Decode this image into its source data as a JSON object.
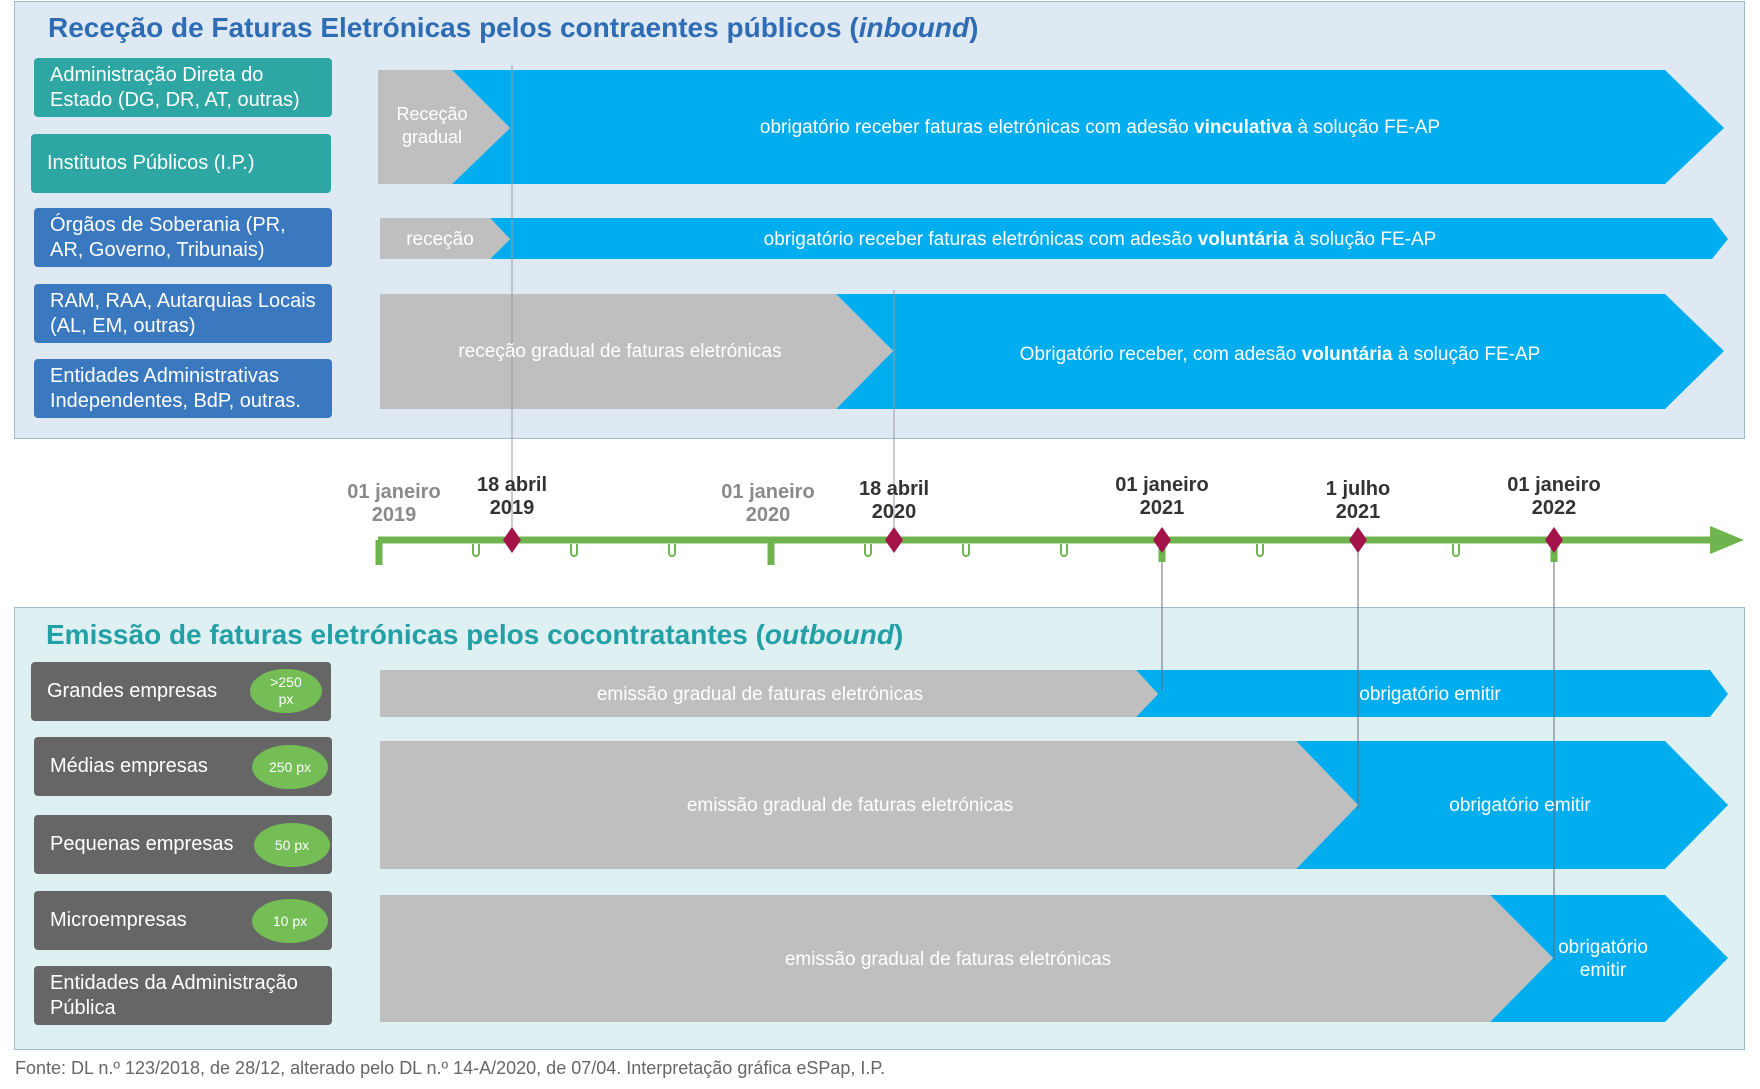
{
  "inbound": {
    "title_main": "Receção de Faturas Eletrónicas pelos contraentes públicos (",
    "title_em": "inbound",
    "title_end": ")",
    "labels": [
      "Administração Direta do Estado (DG, DR, AT, outras)",
      "Institutos Públicos (I.P.)",
      "Órgãos de Soberania (PR, AR, Governo, Tribunais)",
      "RAM, RAA, Autarquias Locais (AL, EM, outras)",
      "Entidades Administrativas Independentes, BdP, outras."
    ],
    "bar1_grey": "Receção gradual",
    "bar1_blue_pre": "obrigatório receber faturas eletrónicas com adesão ",
    "bar1_blue_bold": "vinculativa",
    "bar1_blue_post": " à solução FE-AP",
    "bar2_grey": "receção",
    "bar2_blue_pre": "obrigatório receber faturas eletrónicas com adesão ",
    "bar2_blue_bold": "voluntária",
    "bar2_blue_post": " à solução FE-AP",
    "bar3_grey": "receção gradual de faturas eletrónicas",
    "bar3_blue_pre": "Obrigatório receber, com adesão ",
    "bar3_blue_bold": "voluntária",
    "bar3_blue_post": " à solução FE-AP"
  },
  "timeline": {
    "dates": [
      {
        "line1": "01 janeiro",
        "line2": "2019",
        "style": "grey"
      },
      {
        "line1": "18 abril",
        "line2": "2019",
        "style": "dark"
      },
      {
        "line1": "01 janeiro",
        "line2": "2020",
        "style": "grey"
      },
      {
        "line1": "18 abril",
        "line2": "2020",
        "style": "dark"
      },
      {
        "line1": "01 janeiro",
        "line2": "2021",
        "style": "dark"
      },
      {
        "line1": "1 julho",
        "line2": "2021",
        "style": "dark"
      },
      {
        "line1": "01 janeiro",
        "line2": "2022",
        "style": "dark"
      }
    ]
  },
  "outbound": {
    "title_main": "Emissão de faturas eletrónicas pelos cocontratantes (",
    "title_em": "outbound",
    "title_end": ")",
    "labels": [
      "Grandes empresas",
      "Médias empresas",
      "Pequenas empresas",
      "Microempresas",
      "Entidades da Administração Pública"
    ],
    "pills": [
      ">250 px",
      "250 px",
      "50 px",
      "10 px"
    ],
    "bar1_grey": "emissão gradual de faturas eletrónicas",
    "bar1_blue": "obrigatório emitir",
    "bar2_grey": "emissão gradual de faturas eletrónicas",
    "bar2_blue": "obrigatório emitir",
    "bar3_grey": "emissão gradual de faturas eletrónicas",
    "bar3_blue": "obrigatório emitir"
  },
  "source": "Fonte: DL n.º 123/2018, de 28/12, alterado pelo DL n.º 14-A/2020, de 07/04. Interpretação gráfica eSPap, I.P.",
  "colors": {
    "inbound_bg": "#dfe9f4",
    "outbound_bg": "#dff0f3",
    "arrow_blue": "#00adef",
    "arrow_grey": "#bfbfbf",
    "timeline_green": "#6fb44f",
    "milestone": "#a3134a"
  }
}
